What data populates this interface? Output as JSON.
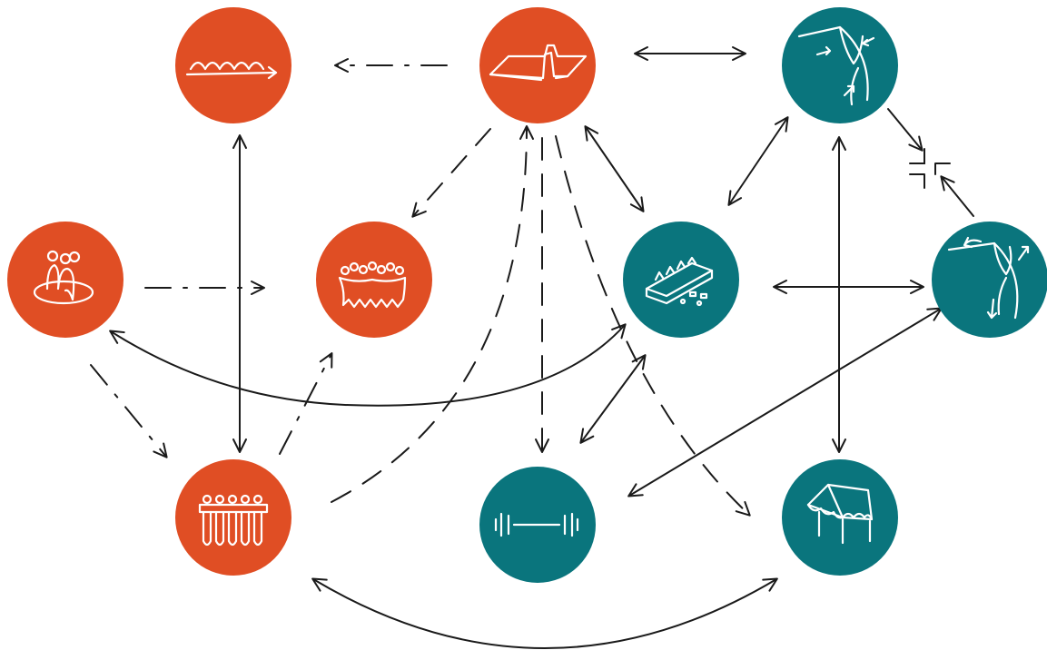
{
  "colors": {
    "orange": "#E04E24",
    "teal": "#0A757D",
    "edge": "#1A1A1A",
    "icon": "#FFFFFF"
  },
  "nodes": [
    {
      "id": "n1",
      "color": "orange",
      "icon": "wave-cylinder-icon"
    },
    {
      "id": "n2",
      "color": "orange",
      "icon": "folded-plate-icon"
    },
    {
      "id": "n3",
      "color": "teal",
      "icon": "split-shell-arrows-icon"
    },
    {
      "id": "n4",
      "color": "orange",
      "icon": "figures-on-disc-icon"
    },
    {
      "id": "n5",
      "color": "orange",
      "icon": "bubble-cluster-icon"
    },
    {
      "id": "n6",
      "color": "teal",
      "icon": "block-with-pieces-icon"
    },
    {
      "id": "n7",
      "color": "teal",
      "icon": "shell-rotation-icon"
    },
    {
      "id": "n8",
      "color": "orange",
      "icon": "comb-tubes-icon"
    },
    {
      "id": "n9",
      "color": "teal",
      "icon": "barbell-icon"
    },
    {
      "id": "n10",
      "color": "teal",
      "icon": "canopy-tent-icon"
    }
  ],
  "edges": [
    {
      "from": "n2",
      "to": "n1",
      "style": "dashdot",
      "arrows": "end"
    },
    {
      "from": "n2",
      "to": "n3",
      "style": "solid",
      "arrows": "both"
    },
    {
      "from": "n1",
      "to": "n8",
      "style": "solid",
      "arrows": "both"
    },
    {
      "from": "n2",
      "to": "n5",
      "style": "dash",
      "arrows": "end"
    },
    {
      "from": "n2",
      "to": "n6",
      "style": "solid",
      "arrows": "both"
    },
    {
      "from": "n2",
      "to": "n9",
      "style": "dash",
      "arrows": "end"
    },
    {
      "from": "n2",
      "to": "n10",
      "style": "dash",
      "arrows": "end"
    },
    {
      "from": "n8",
      "to": "n2",
      "style": "dash",
      "arrows": "end"
    },
    {
      "from": "n3",
      "to": "n6",
      "style": "solid",
      "arrows": "both"
    },
    {
      "from": "n3",
      "to": "n10",
      "style": "solid",
      "arrows": "both"
    },
    {
      "from": "n3",
      "to": "n7",
      "style": "solid",
      "arrows": "converge"
    },
    {
      "from": "n4",
      "to": "n5",
      "style": "dashdot",
      "arrows": "end"
    },
    {
      "from": "n4",
      "to": "n8",
      "style": "dashdot",
      "arrows": "end"
    },
    {
      "from": "n4",
      "to": "n6",
      "style": "solid",
      "arrows": "both",
      "curve": "down"
    },
    {
      "from": "n8",
      "to": "n5",
      "style": "dashdot",
      "arrows": "end"
    },
    {
      "from": "n6",
      "to": "n7",
      "style": "solid",
      "arrows": "both"
    },
    {
      "from": "n6",
      "to": "n9",
      "style": "solid",
      "arrows": "both"
    },
    {
      "from": "n7",
      "to": "n9",
      "style": "solid",
      "arrows": "both"
    },
    {
      "from": "n8",
      "to": "n10",
      "style": "solid",
      "arrows": "both",
      "curve": "down"
    }
  ]
}
